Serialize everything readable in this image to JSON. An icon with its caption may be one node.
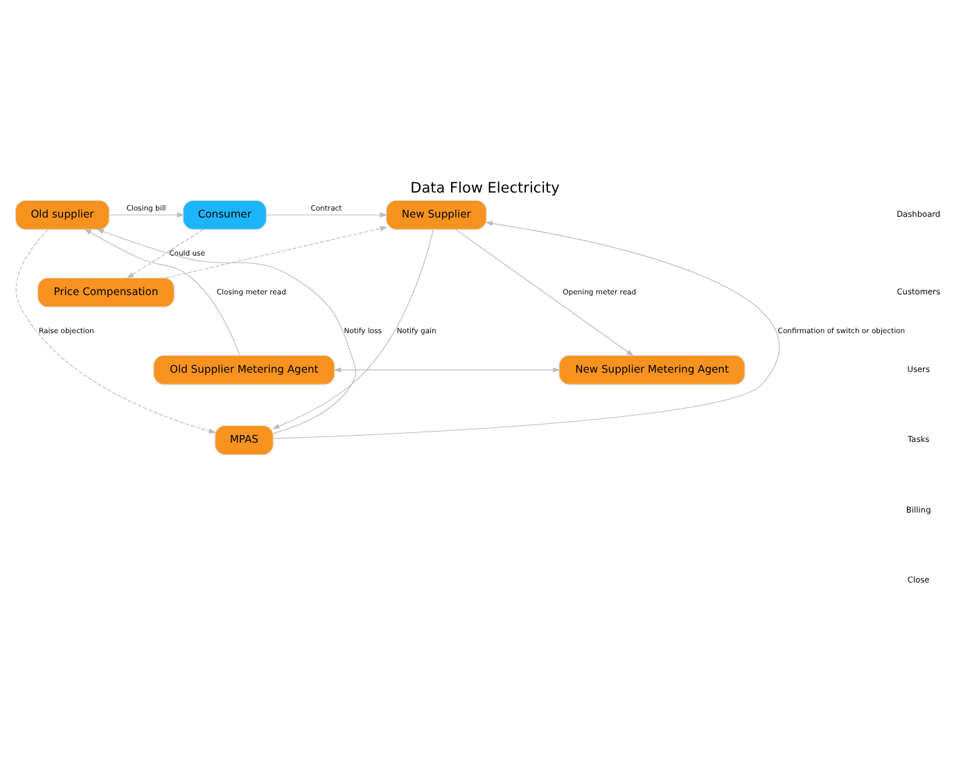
{
  "diagram": {
    "title": "Data Flow Electricity",
    "nodes": [
      {
        "text": [
          "Old supplier"
        ]
      },
      {
        "text": [
          "Consumer"
        ]
      },
      {
        "text": [
          "New Supplier"
        ]
      },
      {
        "text": [
          "Price Compensation"
        ]
      },
      {
        "text": [
          "Old Supplier Metering Agent"
        ]
      },
      {
        "text": [
          "New Supplier Metering Agent"
        ]
      },
      {
        "text": [
          "MPAS"
        ]
      }
    ],
    "edges": [
      {
        "from": 0,
        "to": 1,
        "arrow": "to",
        "label": "Closing bill"
      },
      {
        "from": 1,
        "to": 2,
        "arrow": "to",
        "label": "Contract"
      },
      {
        "from": 1,
        "to": 3,
        "arrow": "to",
        "label": "Could use",
        "style": "dashed"
      },
      {
        "from": 3,
        "to": 2,
        "arrow": "to",
        "style": "dashed"
      },
      {
        "from": 4,
        "to": 0,
        "arrow": "to",
        "label": "Closing meter read"
      },
      {
        "from": 4,
        "to": 5,
        "arrow": "both"
      },
      {
        "from": 2,
        "to": 5,
        "arrow": "to",
        "label": "Opening meter read"
      },
      {
        "from": 0,
        "to": 6,
        "arrow": "to",
        "label": "Raise objection",
        "style": "dashed"
      },
      {
        "from": 2,
        "to": 6,
        "arrow": "to",
        "label": "Notify gain"
      },
      {
        "from": 6,
        "to": 0,
        "arrow": "to",
        "label": "Notify loss"
      },
      {
        "from": 6,
        "to": 2,
        "arrow": "to",
        "label": "Confirmation of switch or objection"
      }
    ],
    "labels": [
      "Dashboard",
      "Customers",
      "Users",
      "Tasks",
      "Billing",
      "Close"
    ]
  }
}
